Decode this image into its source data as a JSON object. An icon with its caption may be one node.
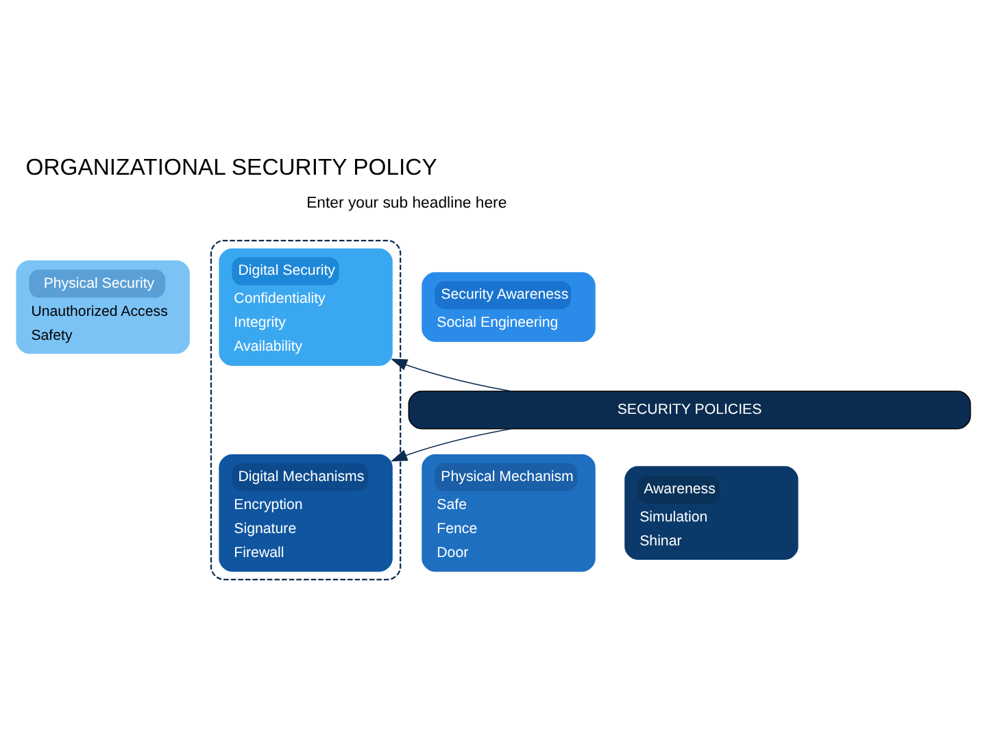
{
  "diagram": {
    "title": "ORGANIZATIONAL SECURITY POLICY",
    "nodes": [
      {
        "text": [
          "Physical Security",
          "Unauthorized Access",
          "Safety"
        ]
      },
      {
        "text": [],
        "shape": "box"
      },
      {
        "text": [
          "Digital Security",
          "Confidentiality",
          "Integrity",
          "Availability"
        ],
        "in": 1
      },
      {
        "text": [
          "Security Awareness",
          "Social Engineering"
        ]
      },
      {
        "text": [
          "SECURITY POLICIES"
        ]
      },
      {
        "text": [
          "Physical Mechanism",
          "Safe",
          "Fence",
          "Door"
        ]
      },
      {
        "text": [
          "Digital Mechanisms",
          "Encryption",
          "Signature",
          "Firewall"
        ],
        "in": 1
      },
      {
        "text": [
          "Awareness",
          "Simulation",
          "Shinar"
        ]
      }
    ],
    "edges": [
      {
        "from": 4,
        "to": 2,
        "arrow": "to"
      },
      {
        "from": 4,
        "to": 6,
        "arrow": "to"
      }
    ],
    "labels": [
      "Enter your sub headline here"
    ]
  }
}
